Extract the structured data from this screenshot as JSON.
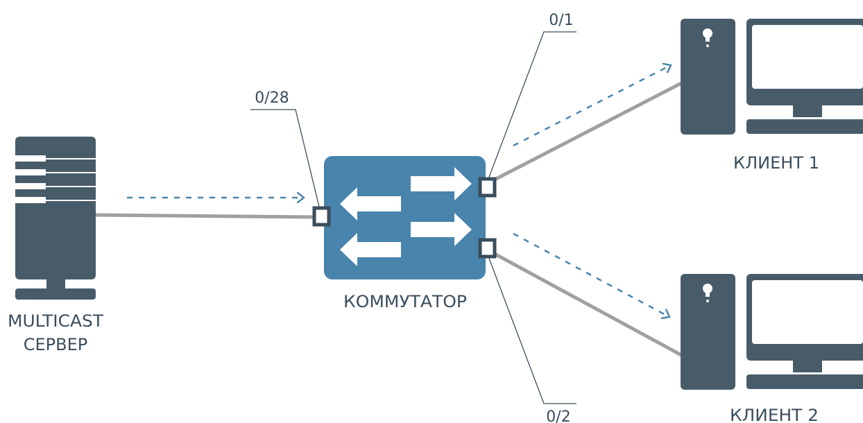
{
  "labels": {
    "server_line1": "MULTICAST",
    "server_line2": "СЕРВЕР",
    "switch": "КОММУТАТОР",
    "client1": "КЛИЕНТ 1",
    "client2": "КЛИЕНТ 2"
  },
  "ports": {
    "uplink": "0/28",
    "client1": "0/1",
    "client2": "0/2"
  },
  "colors": {
    "device": "#485b68",
    "switch": "#4884ac",
    "cable": "#a0a0a0",
    "flow_arrow": "#4a85aa",
    "text": "#3a4d5c"
  }
}
